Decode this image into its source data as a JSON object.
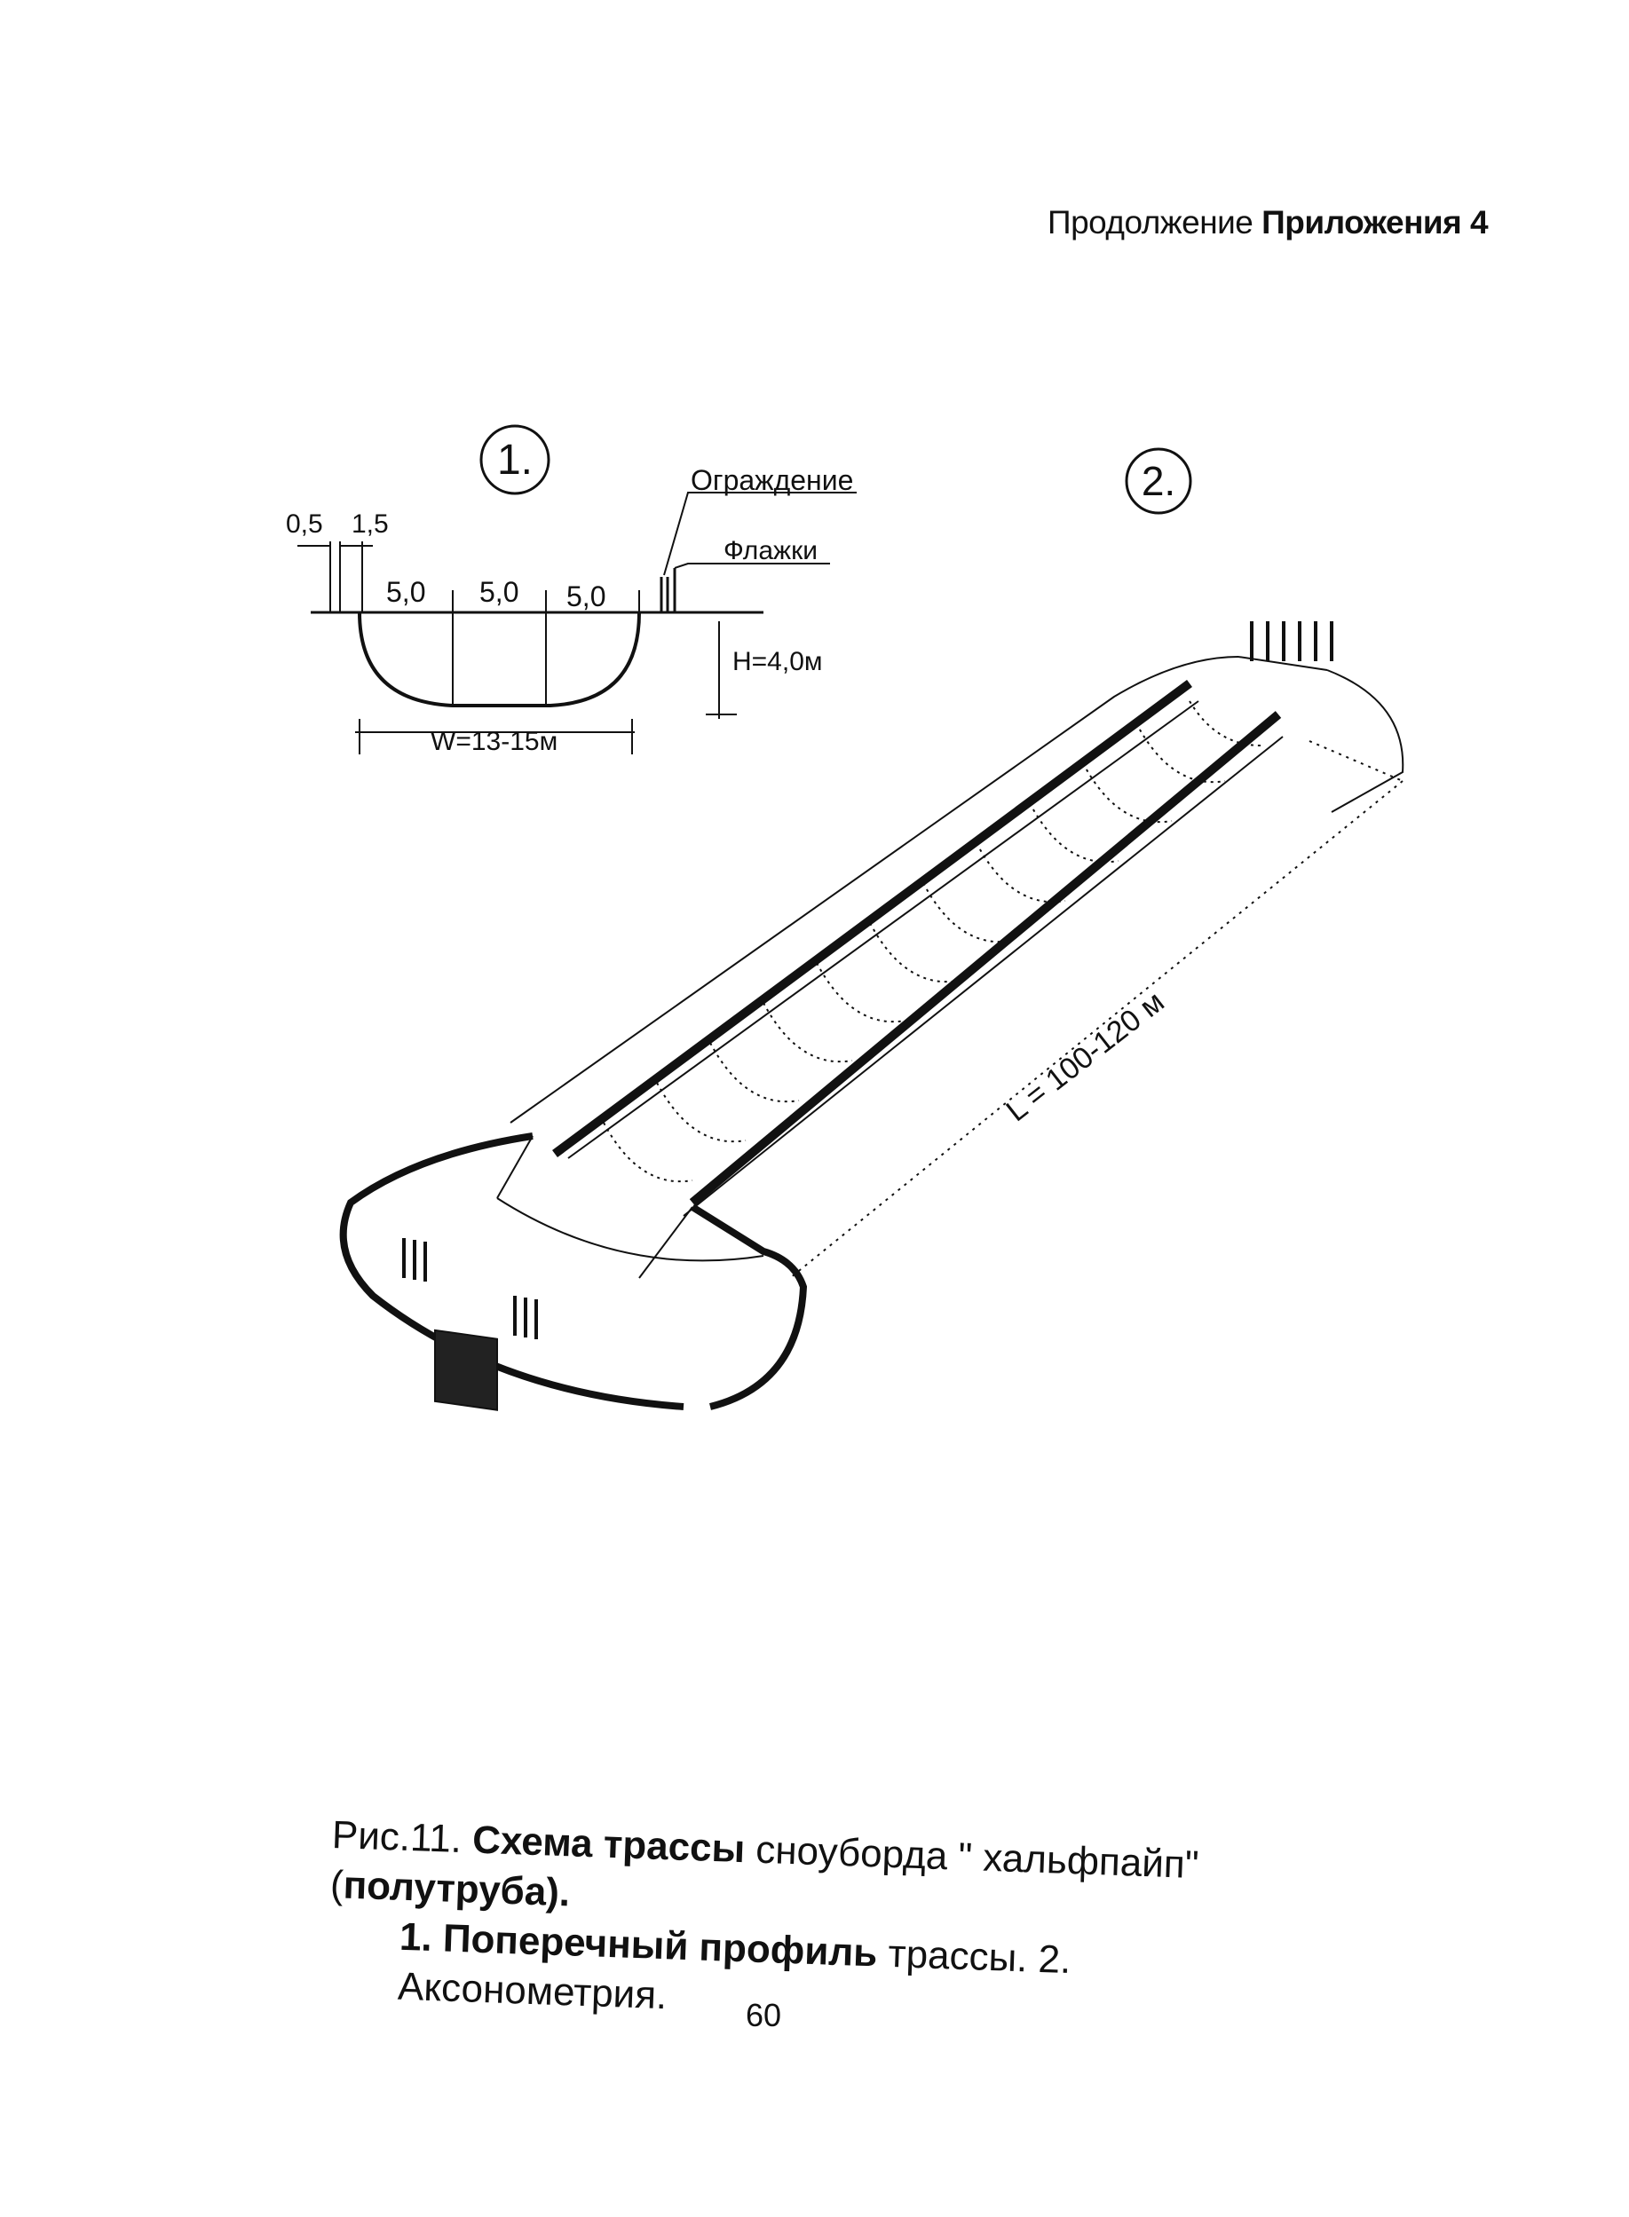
{
  "header": {
    "prefix": "Продолжение",
    "suffix_bold": "Приложения 4"
  },
  "profile": {
    "marker": "1.",
    "dim_small_a": "0,5",
    "dim_small_b": "1,5",
    "seg1": "5,0",
    "seg2": "5,0",
    "seg3": "5,0",
    "fence_label": "Ограждение",
    "flags_label": "Флажки",
    "height_label": "H=4,0м",
    "width_label": "W=13-15м"
  },
  "axonometry": {
    "marker": "2.",
    "length_label": "L = 100-120 м"
  },
  "caption": {
    "fig": "Рис.11.",
    "title_bold": "Схема трассы",
    "title_rest": "сноуборда \" хальфпайп\" (",
    "title_bold2": "полутруба).",
    "line2_bold": "1. Поперечный профиль",
    "line2_rest": "трассы.  2. Аксонометрия."
  },
  "page_number": "60"
}
